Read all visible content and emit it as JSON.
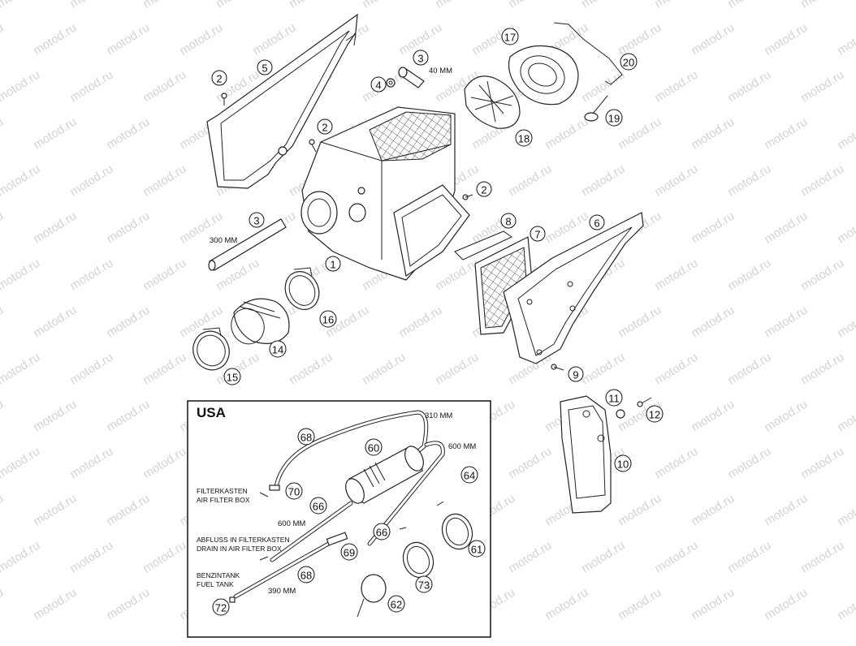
{
  "watermark": "motod.ru",
  "callouts": {
    "c1": "1",
    "c2a": "2",
    "c2b": "2",
    "c2c": "2",
    "c3a": "3",
    "c3b": "3",
    "c4": "4",
    "c5": "5",
    "c6": "6",
    "c7": "7",
    "c8": "8",
    "c9": "9",
    "c10": "10",
    "c11": "11",
    "c12": "12",
    "c14": "14",
    "c15": "15",
    "c16": "16",
    "c17": "17",
    "c18": "18",
    "c19": "19",
    "c20": "20",
    "c60": "60",
    "c61": "61",
    "c62": "62",
    "c64": "64",
    "c66a": "66",
    "c66b": "66",
    "c68a": "68",
    "c68b": "68",
    "c69": "69",
    "c70": "70",
    "c72": "72",
    "c73": "73"
  },
  "dimensions": {
    "d40": "40 MM",
    "d300": "300 MM",
    "d310": "310 MM",
    "d600a": "600 MM",
    "d600b": "600 MM",
    "d390": "390 MM"
  },
  "usa_box": {
    "title": "USA",
    "filterkasten_line1": "FILTERKASTEN",
    "filterkasten_line2": "AIR FILTER BOX",
    "abfluss_line1": "ABFLUSS IN FILTERKASTEN",
    "abfluss_line2": "DRAIN IN AIR FILTER BOX",
    "benzintank_line1": "BENZINTANK",
    "benzintank_line2": "FUEL TANK"
  }
}
